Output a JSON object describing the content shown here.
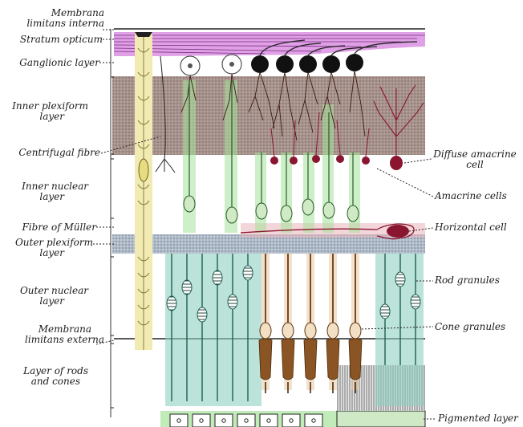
{
  "diagram": {
    "left_labels": [
      {
        "id": "membrana-limitans-interna",
        "lines": [
          "Membrana",
          "limitans interna"
        ]
      },
      {
        "id": "stratum-opticum",
        "lines": [
          "Stratum opticum"
        ]
      },
      {
        "id": "ganglionic-layer",
        "lines": [
          "Ganglionic layer"
        ]
      },
      {
        "id": "inner-plexiform-layer",
        "lines": [
          "Inner plexiform",
          "layer"
        ]
      },
      {
        "id": "centrifugal-fibre",
        "lines": [
          "Centrifugal fibre"
        ]
      },
      {
        "id": "inner-nuclear-layer",
        "lines": [
          "Inner nuclear",
          "layer"
        ]
      },
      {
        "id": "fibre-of-muller",
        "lines": [
          "Fibre of Müller"
        ]
      },
      {
        "id": "outer-plexiform-layer",
        "lines": [
          "Outer plexiform",
          "layer"
        ]
      },
      {
        "id": "outer-nuclear-layer",
        "lines": [
          "Outer nuclear",
          "layer"
        ]
      },
      {
        "id": "membrana-limitans-externa",
        "lines": [
          "Membrana",
          "limitans externa"
        ]
      },
      {
        "id": "layer-of-rods-and-cones",
        "lines": [
          "Layer of rods",
          "and cones"
        ]
      }
    ],
    "right_labels": [
      {
        "id": "diffuse-amacrine-cell",
        "lines": [
          "Diffuse amacrine",
          "cell"
        ]
      },
      {
        "id": "amacrine-cells",
        "lines": [
          "Amacrine cells"
        ]
      },
      {
        "id": "horizontal-cell",
        "lines": [
          "Horizontal cell"
        ]
      },
      {
        "id": "rod-granules",
        "lines": [
          "Rod granules"
        ]
      },
      {
        "id": "cone-granules",
        "lines": [
          "Cone granules"
        ]
      },
      {
        "id": "pigmented-layer",
        "lines": [
          "Pigmented layer"
        ]
      }
    ],
    "colors": {
      "stratum_opticum": "#d98fe0",
      "plexiform_band": "#7a5e55",
      "outer_plexiform": "#8fa3b8",
      "muller_fibre": "#e8e0a0",
      "ganglion_green": "#a6e39a",
      "rod_teal": "#2f8f88",
      "cone_brown": "#a06a3a",
      "amacrine_red": "#8a1530",
      "horizontal_red": "#c0707a"
    }
  }
}
